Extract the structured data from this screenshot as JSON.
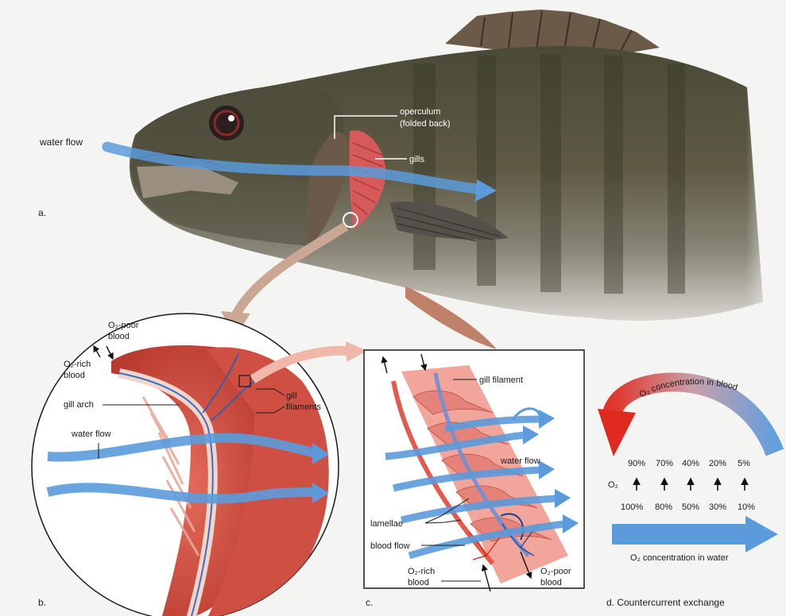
{
  "panel_a": {
    "letter": "a.",
    "water_flow": "water flow",
    "operculum_line1": "operculum",
    "operculum_line2": "(folded back)",
    "gills": "gills"
  },
  "panel_b": {
    "letter": "b.",
    "o2_poor_line1": "O₂-poor",
    "o2_poor_line2": "blood",
    "o2_rich_line1": "O₂-rich",
    "o2_rich_line2": "blood",
    "gill_arch": "gill arch",
    "gill_filaments_line1": "gill",
    "gill_filaments_line2": "filaments",
    "water_flow": "water flow"
  },
  "panel_c": {
    "letter": "c.",
    "gill_filament": "gill filament",
    "water_flow": "water flow",
    "lamellae": "lamellae",
    "blood_flow": "blood flow",
    "o2_rich_line1": "O₂-rich",
    "o2_rich_line2": "blood",
    "o2_poor_line1": "O₂-poor",
    "o2_poor_line2": "blood"
  },
  "panel_d": {
    "caption": "d. Countercurrent exchange",
    "blood_label": "O₂ concentration in blood",
    "water_label": "O₂ concentration in water",
    "o2_symbol": "O₂",
    "blood_percents": [
      "90%",
      "70%",
      "40%",
      "20%",
      "5%"
    ],
    "water_percents": [
      "100%",
      "80%",
      "50%",
      "30%",
      "10%"
    ]
  }
}
